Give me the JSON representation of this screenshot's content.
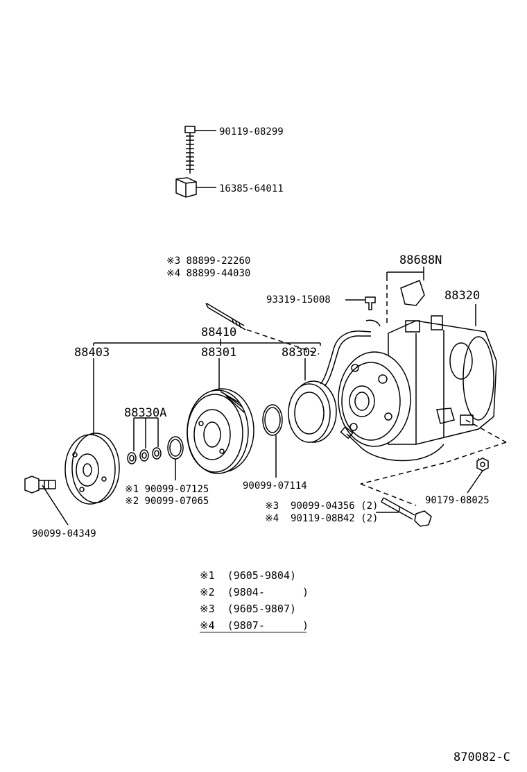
{
  "labels": {
    "bolt_top": "90119-08299",
    "clip_top": "16385-64011",
    "stud_a": "※3 88899-22260",
    "stud_b": "※4 88899-44030",
    "bracket": "88688N",
    "screw": "93319-15008",
    "compressor": "88320",
    "clutch_assy": "88410",
    "pressure_plate": "88403",
    "pulley": "88301",
    "stator": "88302",
    "shims": "88330A",
    "snap_a": "※1 90099-07125",
    "snap_b": "※2 90099-07065",
    "snap_ring": "90099-07114",
    "bolt_front": "90099-04349",
    "nut": "90179-08025",
    "bolt_c": "※3  90099-04356 (2)",
    "bolt_d": "※4  90119-08B42 (2)",
    "diagram_code": "870082-C"
  },
  "legend": [
    "※1  (9605-9804)",
    "※2  (9804-      )",
    "※3  (9605-9807)",
    "※4  (9807-      )"
  ],
  "colors": {
    "ink": "#000000",
    "paper": "#ffffff"
  }
}
